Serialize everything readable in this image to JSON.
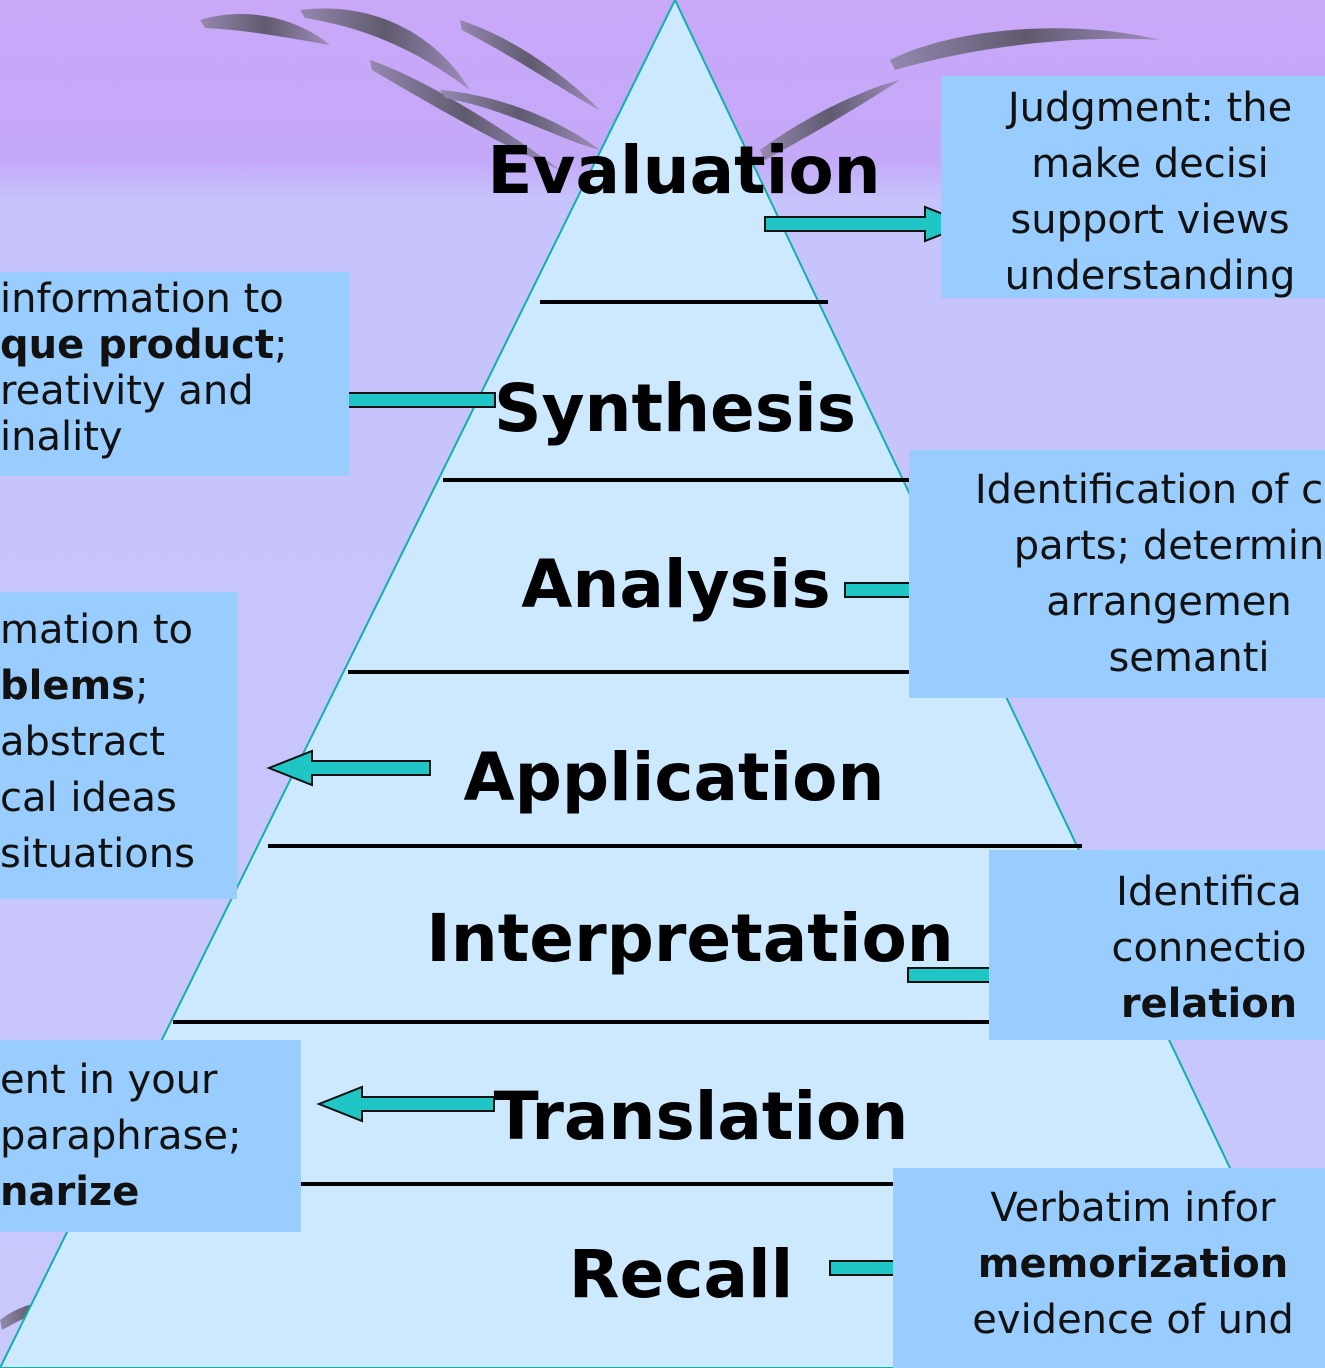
{
  "diagram": {
    "levels": [
      {
        "id": "evaluation",
        "label": "Evaluation"
      },
      {
        "id": "synthesis",
        "label": "Synthesis"
      },
      {
        "id": "analysis",
        "label": "Analysis"
      },
      {
        "id": "application",
        "label": "Application"
      },
      {
        "id": "interpretation",
        "label": "Interpretation"
      },
      {
        "id": "translation",
        "label": "Translation"
      },
      {
        "id": "recall",
        "label": "Recall"
      }
    ],
    "descriptions": {
      "evaluation": [
        "Judgment: the",
        "make decisi",
        "support views",
        "understanding"
      ],
      "synthesis": [
        "information to",
        "que product",
        ";",
        "reativity and",
        "inality"
      ],
      "analysis": [
        "Identification of c",
        "parts; determin",
        "arrangemen",
        "semanti"
      ],
      "application": [
        "mation to",
        "blems",
        ";",
        "abstract",
        "cal ideas",
        "situations"
      ],
      "interpretation": [
        "Identifica",
        "connectio",
        "relation"
      ],
      "translation": [
        "ent in your",
        "paraphrase;",
        "narize"
      ],
      "recall": [
        "Verbatim infor",
        "memorization",
        "evidence of und"
      ]
    },
    "colors": {
      "pyramid_fill": "#cce9ff",
      "pyramid_edge": "#0fb0ad",
      "box_fill": "#99ccff",
      "arrow_fill": "#20c5c5",
      "divider": "#000000"
    }
  }
}
